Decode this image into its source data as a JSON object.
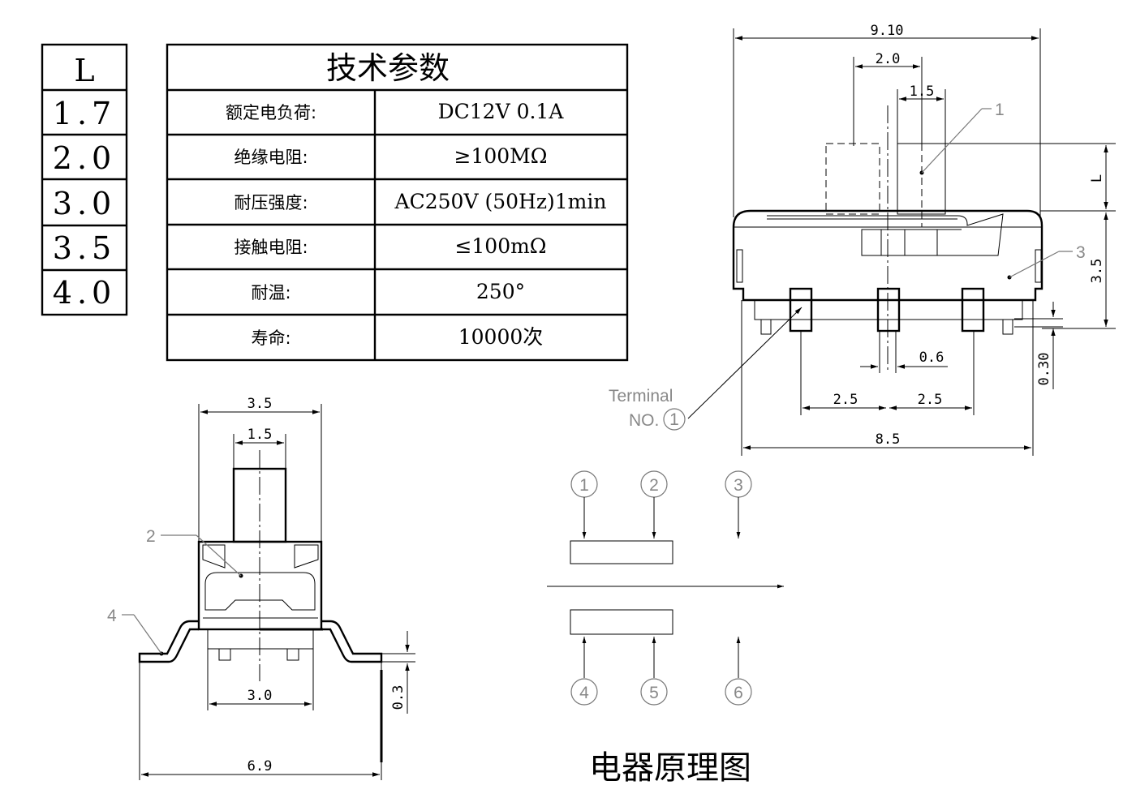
{
  "l_table": {
    "header": "L",
    "values": [
      "1.7",
      "2.0",
      "3.0",
      "3.5",
      "4.0"
    ]
  },
  "spec_table": {
    "title": "技术参数",
    "rows": [
      {
        "label": "额定电负荷:",
        "value": "DC12V 0.1A"
      },
      {
        "label": "绝缘电阻:",
        "value": "≥100MΩ"
      },
      {
        "label": "耐压强度:",
        "value": "AC250V (50Hz)1min"
      },
      {
        "label": "接触电阻:",
        "value": "≤100mΩ"
      },
      {
        "label": "耐温:",
        "value": "250°"
      },
      {
        "label": "寿命:",
        "value": "10000次"
      }
    ]
  },
  "top_view": {
    "dims": {
      "overall": "9.10",
      "actuator_width": "2.0",
      "knob_width": "1.5",
      "lever_height": "L",
      "body_height": "3.5",
      "pin_offset": "0.30",
      "pin_width": "0.6",
      "pitch_left": "2.5",
      "pitch_right": "2.5",
      "base_width": "8.5"
    },
    "labels": {
      "part_1": "1",
      "part_3": "3",
      "terminal_line1": "Terminal",
      "terminal_line2": "NO.",
      "terminal_no": "1"
    }
  },
  "side_view": {
    "dims": {
      "top_width": "3.5",
      "knob_width": "1.5",
      "inner_width": "3.0",
      "overall_width": "6.9",
      "thickness": "0.3"
    },
    "labels": {
      "part_2": "2",
      "part_4": "4"
    }
  },
  "schematic": {
    "terminals_top": [
      "1",
      "2",
      "3"
    ],
    "terminals_bottom": [
      "4",
      "5",
      "6"
    ],
    "title": "电器原理图"
  }
}
